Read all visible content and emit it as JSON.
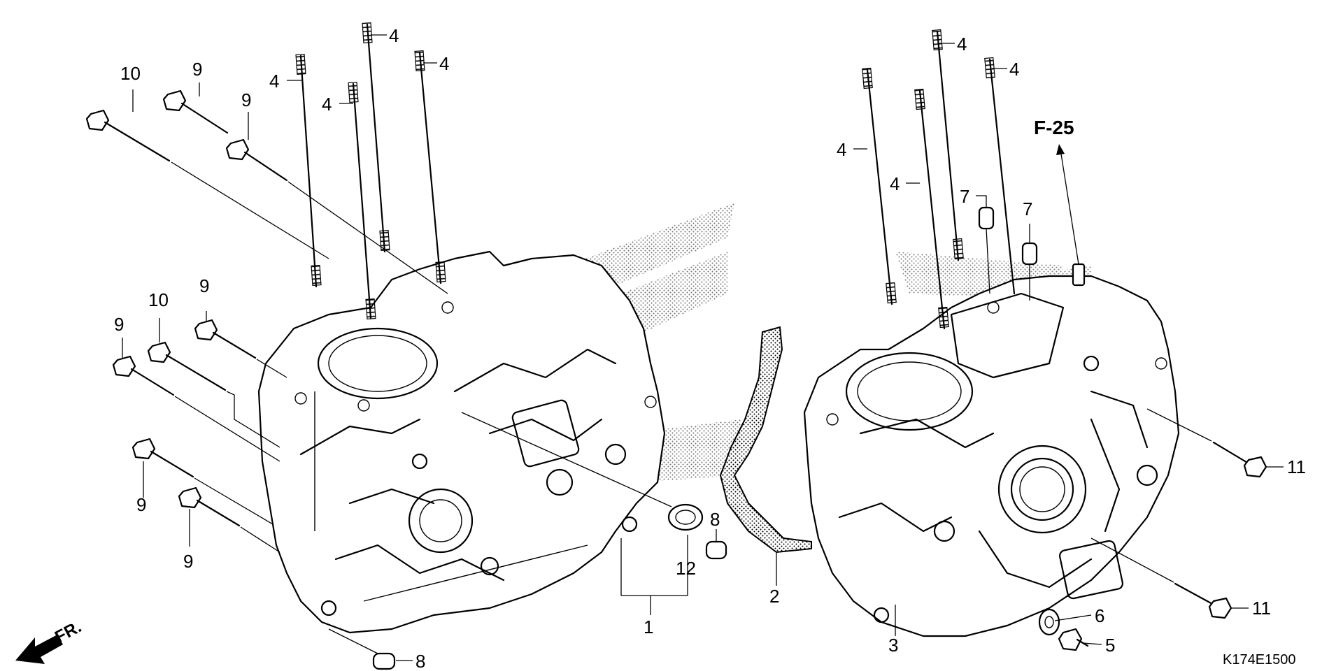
{
  "callouts": {
    "c1": "1",
    "c2": "2",
    "c3": "3",
    "c4a": "4",
    "c4b": "4",
    "c4c": "4",
    "c4d": "4",
    "c4e": "4",
    "c4f": "4",
    "c4g": "4",
    "c4h": "4",
    "c5": "5",
    "c6": "6",
    "c7a": "7",
    "c7b": "7",
    "c8a": "8",
    "c8b": "8",
    "c9a": "9",
    "c9b": "9",
    "c9c": "9",
    "c9d": "9",
    "c9e": "9",
    "c9f": "9",
    "c10a": "10",
    "c10b": "10",
    "c11a": "11",
    "c11b": "11",
    "c12": "12"
  },
  "reference": "F-25",
  "direction_label": "FR.",
  "diagram_code": "K174E1500",
  "colors": {
    "ink": "#000000",
    "background": "#ffffff"
  }
}
